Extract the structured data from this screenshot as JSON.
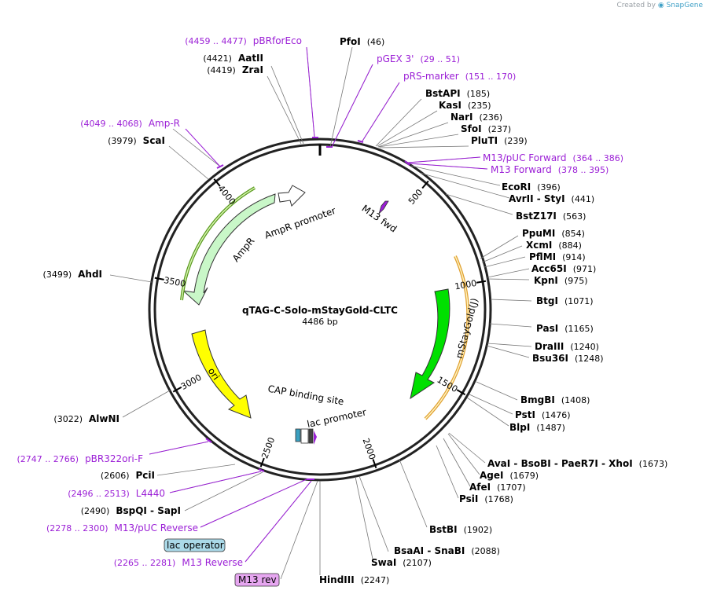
{
  "credit": {
    "prefix": "Created by",
    "brand": "SnapGene"
  },
  "plasmid": {
    "name": "qTAG-C-Solo-mStayGold-CLTC",
    "length": "4486 bp"
  },
  "ticks": [
    "500",
    "1000",
    "1500",
    "2000",
    "2500",
    "3000",
    "3500",
    "4000"
  ],
  "features": {
    "ampr": "AmpR",
    "ampr_promoter": "AmpR promoter",
    "m13_fwd": "M13 fwd",
    "mstaygold": "mStayGold(J)",
    "ori": "ori",
    "cap": "CAP binding site",
    "lac_promoter": "lac promoter",
    "lac_operator": "lac operator",
    "m13_rev": "M13 rev"
  },
  "labels": [
    {
      "a": "(4459 .. 4477)",
      "b": "pBRforEco",
      "t": "primer-rev"
    },
    {
      "a": "PfoI",
      "b": "(46)",
      "t": "enzyme"
    },
    {
      "a": "(4421)",
      "b": "AatII",
      "t": "enzyme-rev"
    },
    {
      "a": "(4419)",
      "b": "ZraI",
      "t": "enzyme-rev"
    },
    {
      "a": "pGEX 3'",
      "b": "(29 .. 51)",
      "t": "primer"
    },
    {
      "a": "pRS-marker",
      "b": "(151 .. 170)",
      "t": "primer"
    },
    {
      "a": "BstAPI",
      "b": "(185)",
      "t": "enzyme"
    },
    {
      "a": "KasI",
      "b": "(235)",
      "t": "enzyme"
    },
    {
      "a": "NarI",
      "b": "(236)",
      "t": "enzyme"
    },
    {
      "a": "SfoI",
      "b": "(237)",
      "t": "enzyme"
    },
    {
      "a": "PluTI",
      "b": "(239)",
      "t": "enzyme"
    },
    {
      "a": "(4049 .. 4068)",
      "b": "Amp-R",
      "t": "primer-rev"
    },
    {
      "a": "(3979)",
      "b": "ScaI",
      "t": "enzyme-rev"
    },
    {
      "a": "M13/pUC Forward",
      "b": "(364 .. 386)",
      "t": "primer"
    },
    {
      "a": "M13 Forward",
      "b": "(378 .. 395)",
      "t": "primer"
    },
    {
      "a": "EcoRI",
      "b": "(396)",
      "t": "enzyme"
    },
    {
      "a": "AvrII - StyI",
      "b": "(441)",
      "t": "enzyme"
    },
    {
      "a": "BstZ17I",
      "b": "(563)",
      "t": "enzyme"
    },
    {
      "a": "PpuMI",
      "b": "(854)",
      "t": "enzyme"
    },
    {
      "a": "XcmI",
      "b": "(884)",
      "t": "enzyme"
    },
    {
      "a": "PflMI",
      "b": "(914)",
      "t": "enzyme"
    },
    {
      "a": "Acc65I",
      "b": "(971)",
      "t": "enzyme"
    },
    {
      "a": "KpnI",
      "b": "(975)",
      "t": "enzyme"
    },
    {
      "a": "(3499)",
      "b": "AhdI",
      "t": "enzyme-rev"
    },
    {
      "a": "BtgI",
      "b": "(1071)",
      "t": "enzyme"
    },
    {
      "a": "PasI",
      "b": "(1165)",
      "t": "enzyme"
    },
    {
      "a": "DraIII",
      "b": "(1240)",
      "t": "enzyme"
    },
    {
      "a": "Bsu36I",
      "b": "(1248)",
      "t": "enzyme"
    },
    {
      "a": "BmgBI",
      "b": "(1408)",
      "t": "enzyme"
    },
    {
      "a": "PstI",
      "b": "(1476)",
      "t": "enzyme"
    },
    {
      "a": "BlpI",
      "b": "(1487)",
      "t": "enzyme"
    },
    {
      "a": "(3022)",
      "b": "AlwNI",
      "t": "enzyme-rev"
    },
    {
      "a": "(2747 .. 2766)",
      "b": "pBR322ori-F",
      "t": "primer-rev"
    },
    {
      "a": "AvaI - BsoBI - PaeR7I - XhoI",
      "b": "(1673)",
      "t": "enzyme"
    },
    {
      "a": "AgeI",
      "b": "(1679)",
      "t": "enzyme"
    },
    {
      "a": "AfeI",
      "b": "(1707)",
      "t": "enzyme"
    },
    {
      "a": "PsiI",
      "b": "(1768)",
      "t": "enzyme"
    },
    {
      "a": "(2606)",
      "b": "PciI",
      "t": "enzyme-rev"
    },
    {
      "a": "(2496 .. 2513)",
      "b": "L4440",
      "t": "primer-rev"
    },
    {
      "a": "(2490)",
      "b": "BspQI - SapI",
      "t": "enzyme-rev"
    },
    {
      "a": "(2278 .. 2300)",
      "b": "M13/pUC Reverse",
      "t": "primer-rev"
    },
    {
      "a": "BstBI",
      "b": "(1902)",
      "t": "enzyme"
    },
    {
      "a": "(2265 .. 2281)",
      "b": "M13 Reverse",
      "t": "primer-rev"
    },
    {
      "a": "BsaAI - SnaBI",
      "b": "(2088)",
      "t": "enzyme"
    },
    {
      "a": "SwaI",
      "b": "(2107)",
      "t": "enzyme"
    },
    {
      "a": "HindIII",
      "b": "(2247)",
      "t": "enzyme"
    }
  ]
}
